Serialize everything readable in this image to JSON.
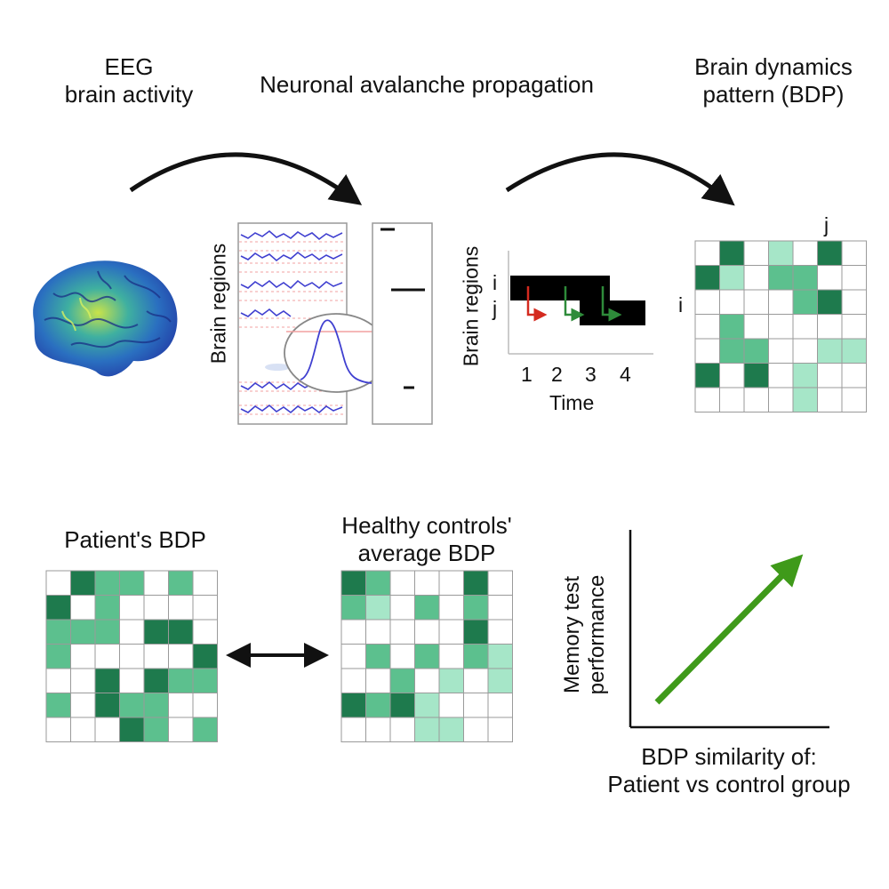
{
  "labels": {
    "eeg_line1": "EEG",
    "eeg_line2": "brain activity",
    "avalanche": "Neuronal avalanche propagation",
    "bdp_line1": "Brain dynamics",
    "bdp_line2": "pattern (BDP)",
    "brain_regions": "Brain regions",
    "time": "Time",
    "i": "i",
    "j": "j",
    "patient_bdp": "Patient's BDP",
    "healthy_line1": "Healthy controls'",
    "healthy_line2": "average BDP",
    "memory_line1": "Memory test",
    "memory_line2": "performance",
    "similarity_line1": "BDP similarity of:",
    "similarity_line2": "Patient vs control group"
  },
  "time_ticks": [
    "1",
    "2",
    "3",
    "4"
  ],
  "colors": {
    "dark_green": "#1e7a4d",
    "mid_green": "#5cc08e",
    "light_green": "#a6e6c8",
    "arrow_green": "#3f9a1a",
    "red_arrow": "#d42a1f",
    "trace_blue": "#4040d0",
    "dashed_red": "#f2a0a0"
  },
  "matrices": {
    "bdp": [
      [
        0,
        3,
        0,
        1,
        0,
        3,
        0
      ],
      [
        3,
        1,
        0,
        2,
        2,
        0,
        0
      ],
      [
        0,
        0,
        0,
        0,
        2,
        3,
        0
      ],
      [
        0,
        2,
        0,
        0,
        0,
        0,
        0
      ],
      [
        0,
        2,
        2,
        0,
        0,
        1,
        1
      ],
      [
        3,
        0,
        3,
        0,
        1,
        0,
        0
      ],
      [
        0,
        0,
        0,
        0,
        1,
        0,
        0
      ]
    ],
    "patient": [
      [
        0,
        3,
        2,
        2,
        0,
        2,
        0
      ],
      [
        3,
        0,
        2,
        0,
        0,
        0,
        0
      ],
      [
        2,
        2,
        2,
        0,
        3,
        3,
        0
      ],
      [
        2,
        0,
        0,
        0,
        0,
        0,
        3
      ],
      [
        0,
        0,
        3,
        0,
        3,
        2,
        2
      ],
      [
        2,
        0,
        3,
        2,
        2,
        0,
        0
      ],
      [
        0,
        0,
        0,
        3,
        2,
        0,
        2
      ]
    ],
    "healthy": [
      [
        3,
        2,
        0,
        0,
        0,
        3,
        0
      ],
      [
        2,
        1,
        0,
        2,
        0,
        2,
        0
      ],
      [
        0,
        0,
        0,
        0,
        0,
        3,
        0
      ],
      [
        0,
        2,
        0,
        2,
        0,
        2,
        1
      ],
      [
        0,
        0,
        2,
        0,
        1,
        0,
        1
      ],
      [
        3,
        2,
        3,
        1,
        0,
        0,
        0
      ],
      [
        0,
        0,
        0,
        1,
        1,
        0,
        0
      ]
    ]
  }
}
